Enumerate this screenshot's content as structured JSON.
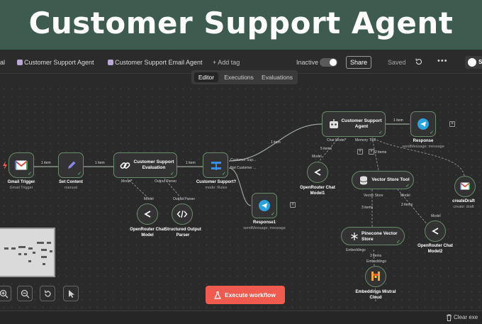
{
  "banner": {
    "title": "Customer Support Agent"
  },
  "topbar": {
    "crumb_cut": "al",
    "crumb_project": "Customer Support Agent",
    "crumb_workflow": "Customer Support Email Agent",
    "add_tag": "+ Add tag",
    "status_label": "Inactive",
    "share_label": "Share",
    "saved_label": "Saved",
    "more_label": "•••",
    "github_label": "St"
  },
  "tabs": [
    "Editor",
    "Executions",
    "Evaluations"
  ],
  "nodes": {
    "gmail_trigger": {
      "title": "Gmail Trigger",
      "sub": "Gmail Trigger"
    },
    "set_content": {
      "title": "Set Content",
      "sub": "manual"
    },
    "cs_eval": {
      "title": "Customer Support\nEvaluation",
      "port_model": "Model*",
      "port_parser": "Output Parser"
    },
    "cs_router": {
      "title": "Customer Support?",
      "sub": "mode: Rules",
      "out1": "Customer Sup...",
      "out2": "Not Customer ..."
    },
    "response1": {
      "title": "Response1",
      "sub": "sendMessage: message"
    },
    "openrouter_model": {
      "title": "OpenRouter Chat\nModel",
      "port": "Model"
    },
    "structured_parser": {
      "title": "Structured Output\nParser",
      "port": "Output Parser"
    },
    "cs_agent": {
      "title": "Customer Support\nAgent",
      "port_model": "Chat Model*",
      "port_memory": "Memory",
      "port_tool": "Tool"
    },
    "response": {
      "title": "Response",
      "sub": "sendMessage: message"
    },
    "openrouter_model1": {
      "title": "OpenRouter Chat\nModel1",
      "port": "Model"
    },
    "vector_tool": {
      "title": "Vector Store Tool",
      "port_store": "Vector Store",
      "port_model": "Model"
    },
    "pinecone": {
      "title": "Pinecone Vector\nStore",
      "port_embed": "Embeddings"
    },
    "embeddings": {
      "title": "Embeddings Mistral\nCloud",
      "port": "Embeddings"
    },
    "openrouter_model2": {
      "title": "OpenRouter Chat\nModel2",
      "port": "Model"
    },
    "create_draft": {
      "title": "createDraft",
      "sub": "create: draft"
    }
  },
  "edges": {
    "e1": "1 item",
    "e2": "1 item",
    "e3": "1 item",
    "e4": "1 item",
    "e5": "1 item",
    "e6": "5 items",
    "e7": "2 items",
    "e8": "3 items",
    "e9": "3 items",
    "e10": "3 items"
  },
  "execute": {
    "label": "Execute workflow"
  },
  "bottom": {
    "clear": "Clear exe"
  },
  "colors": {
    "accent": "#ef5b4e",
    "node_border": "#6b8a6b",
    "canvas": "#2a2a2a",
    "banner": "#3e5b4f"
  }
}
